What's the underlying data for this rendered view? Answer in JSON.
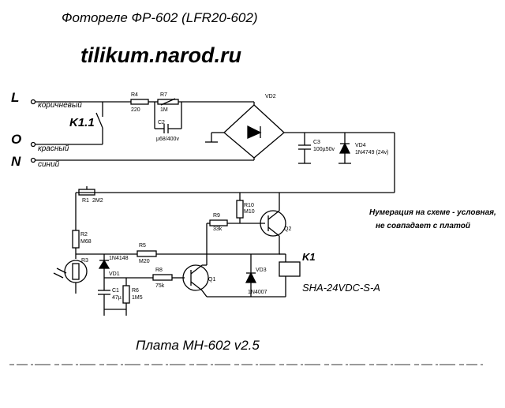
{
  "header": {
    "title": "Фотореле ФР-602 (LFR20-602)",
    "site": "tilikum.narod.ru"
  },
  "footer": {
    "board": "Плата МН-602 v2.5"
  },
  "note": {
    "line1": "Нумерация на схеме - условная,",
    "line2": "не совпадает с платой"
  },
  "terminals": {
    "L": "L",
    "O": "O",
    "N": "N"
  },
  "wires": {
    "brown": "коричневый",
    "red": "красный",
    "blue": "синий"
  },
  "switch_label": "K1.1",
  "relay": {
    "ref": "K1",
    "part": "SHA-24VDC-S-A"
  },
  "components": {
    "R4": {
      "ref": "R4",
      "value": "220"
    },
    "R7": {
      "ref": "R7",
      "value": "1M"
    },
    "C2": {
      "ref": "C2",
      "value": "µ68/400v"
    },
    "VD2": {
      "ref": "VD2"
    },
    "C3": {
      "ref": "C3",
      "value": "100µ50v"
    },
    "VD4": {
      "ref": "VD4",
      "value": "1N4749 (24v)"
    },
    "R1": {
      "ref": "R1",
      "value": "2M2"
    },
    "R10": {
      "ref": "R10",
      "value": "M10"
    },
    "Q2": {
      "ref": "Q2"
    },
    "R9": {
      "ref": "R9",
      "value": "33k"
    },
    "R2": {
      "ref": "R2",
      "value": "M68"
    },
    "R5": {
      "ref": "R5",
      "value": "M20"
    },
    "R3": {
      "ref": "R3"
    },
    "D1N4148": {
      "value": "1N4148"
    },
    "VD1": {
      "ref": "VD1"
    },
    "C1": {
      "ref": "C1",
      "value": "47µ"
    },
    "R6": {
      "ref": "R6",
      "value": "1M5"
    },
    "R8": {
      "ref": "R8",
      "value": "75k"
    },
    "Q1": {
      "ref": "Q1"
    },
    "VD3": {
      "ref": "VD3",
      "value": "1N4007"
    }
  }
}
